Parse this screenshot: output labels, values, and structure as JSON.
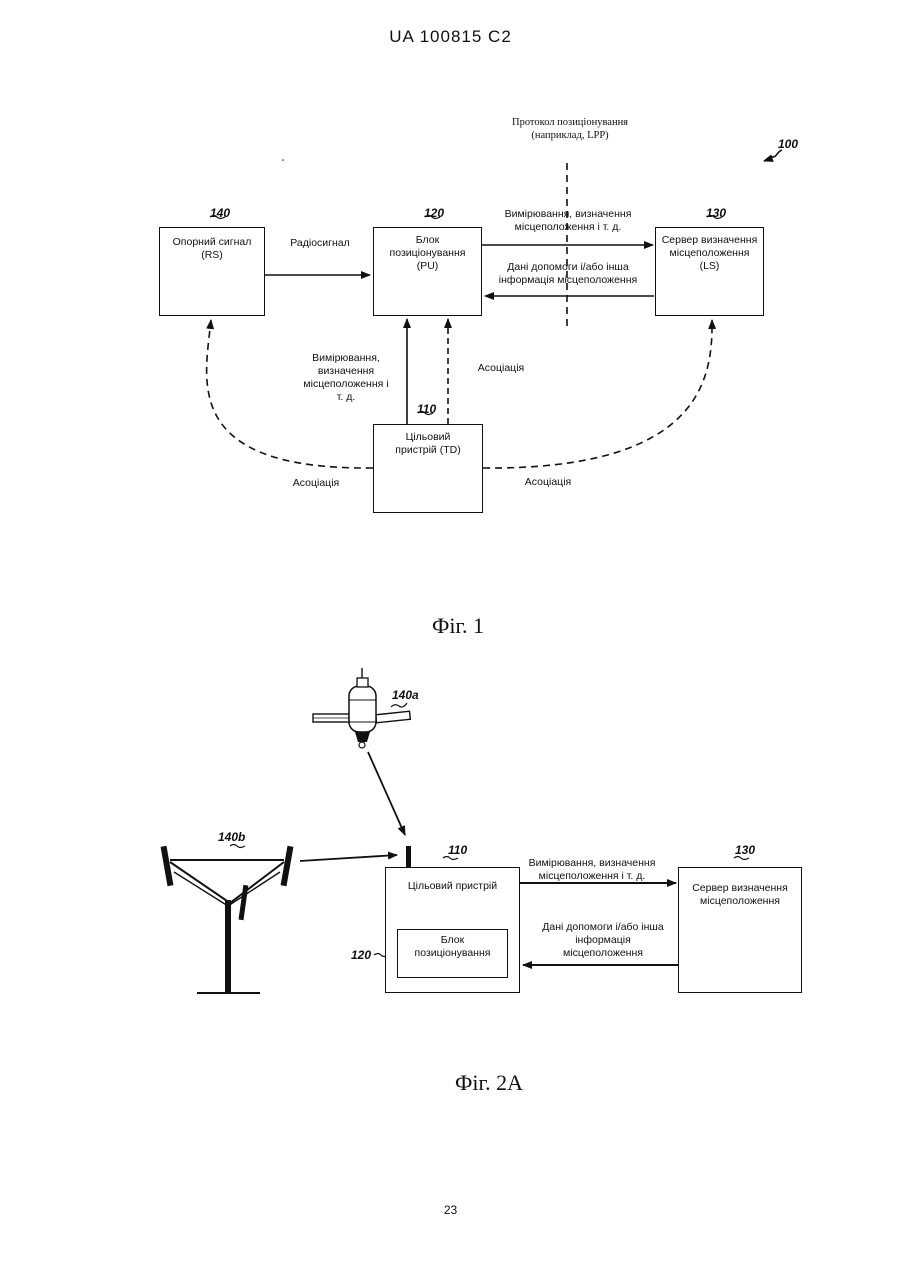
{
  "header": {
    "patent": "UA   100815   C2"
  },
  "fig1": {
    "caption": "Фіг. 1",
    "system_ref": "100",
    "protocol_label": "Протокол позиціонування\n(наприклад, LPP)",
    "rs": {
      "ref": "140",
      "label": "Опорний сигнал\n(RS)"
    },
    "pu": {
      "ref": "120",
      "label": "Блок\nпозиціонування\n(PU)"
    },
    "ls": {
      "ref": "130",
      "label": "Сервер визначення\nмісцеположення\n(LS)"
    },
    "td": {
      "ref": "110",
      "label": "Цільовий\nпристрій (TD)"
    },
    "radio_signal": "Радіосигнал",
    "pu_to_ls": "Вимірювання, визначення\nмісцеположення і т. д.",
    "ls_to_pu": "Дані допомоги і/або інша\nінформація місцеположення",
    "td_to_pu": "Вимірювання,\nвизначення\nмісцеположення і\nт. д.",
    "assoc_pu": "Асоціація",
    "assoc_left": "Асоціація",
    "assoc_right": "Асоціація"
  },
  "fig2a": {
    "caption": "Фіг. 2А",
    "satellite_ref": "140a",
    "tower_ref": "140b",
    "td": {
      "ref": "110",
      "label": "Цільовий пристрій"
    },
    "pu": {
      "ref": "120",
      "label": "Блок\nпозиціонування"
    },
    "ls": {
      "ref": "130",
      "label": "Сервер визначення\nмісцеположення"
    },
    "td_to_ls": "Вимірювання, визначення\nмісцеположення і т. д.",
    "ls_to_td": "Дані допомоги і/або інша\nінформація\nмісцеположення"
  },
  "footer": {
    "page_number": "23"
  }
}
